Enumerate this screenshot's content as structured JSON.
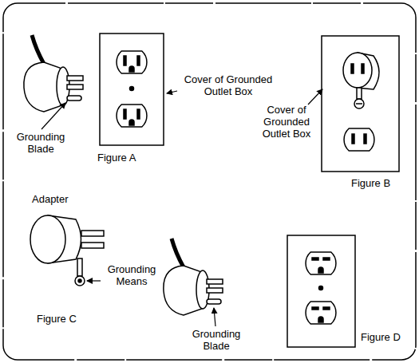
{
  "diagram": {
    "labels": [
      "Grounding Blade",
      "Figure A",
      "Cover of Grounded Outlet Box",
      "Cover of Grounded Outlet Box",
      "Figure B",
      "Adapter",
      "Grounding Means",
      "Figure C",
      "Grounding Blade",
      "Figure D"
    ]
  }
}
